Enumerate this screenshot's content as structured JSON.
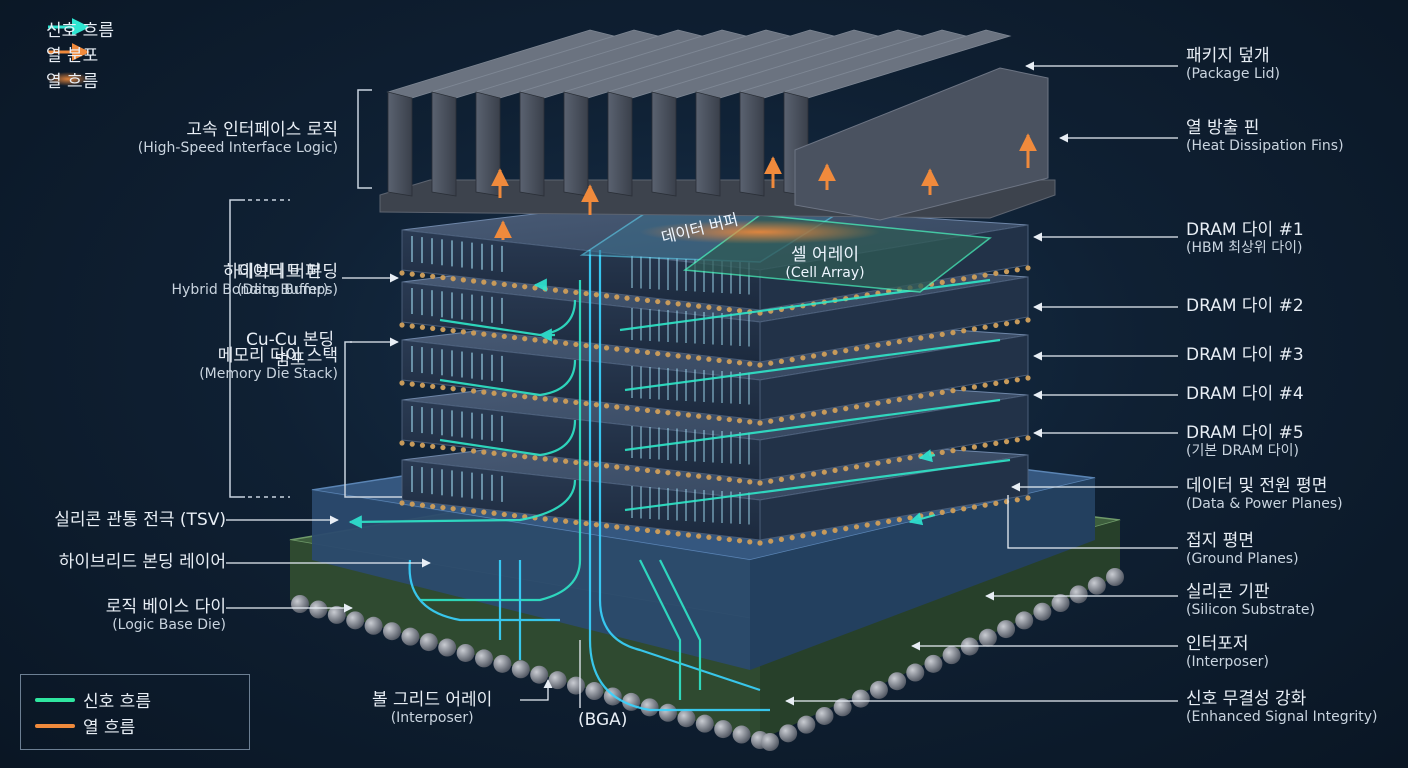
{
  "legend_top": [
    {
      "label": "신호 흐름",
      "color": "#2fe6d2"
    },
    {
      "label": "열 분포",
      "color": "#f08a3c"
    },
    {
      "label": "열 흐름",
      "color": "#f08a3c"
    }
  ],
  "legend_box": [
    {
      "label": "신호 흐름",
      "color": "#2fe6a0"
    },
    {
      "label": "열 흐름",
      "color": "#f08a3c"
    }
  ],
  "labels_right": [
    {
      "ko": "패키지 덮개",
      "en": "(Package Lid)"
    },
    {
      "ko": "열 방출 핀",
      "en": "(Heat Dissipation Fins)"
    },
    {
      "ko": "DRAM 다이 #1",
      "en": "(HBM 최상위 다이)"
    },
    {
      "ko": "DRAM 다이 #2",
      "en": ""
    },
    {
      "ko": "DRAM 다이 #3",
      "en": ""
    },
    {
      "ko": "DRAM 다이 #4",
      "en": ""
    },
    {
      "ko": "DRAM 다이 #5",
      "en": "(기본 DRAM 다이)"
    },
    {
      "ko": "데이터 및 전원 평면",
      "en": "(Data & Power Planes)"
    },
    {
      "ko": "접지 평면",
      "en": "(Ground Planes)"
    },
    {
      "ko": "실리콘 기판",
      "en": "(Silicon Substrate)"
    },
    {
      "ko": "인터포저",
      "en": "(Interposer)"
    },
    {
      "ko": "신호 무결성 강화",
      "en": "(Enhanced Signal Integrity)"
    }
  ],
  "labels_left": [
    {
      "ko": "고속 인터페이스 로직",
      "en": "(High-Speed Interface Logic)"
    },
    {
      "ko": "하이브리드 본딩",
      "en": "Hybrid Bonding Bumps)"
    },
    {
      "ko": "메모리 다이 스택",
      "en": "(Memory Die Stack)"
    },
    {
      "ko": "실리콘 관통 전극 (TSV)",
      "en": ""
    },
    {
      "ko": "하이브리드 본딩 레이어",
      "en": ""
    },
    {
      "ko": "로직 베이스 다이",
      "en": "(Logic Base Die)"
    }
  ],
  "labels_inner": {
    "data_buffer_ko": "데이터 버퍼",
    "data_buffer_en": "(Data Buffer)",
    "cucu_line1": "Cu-Cu 본딩",
    "cucu_line2": "범프",
    "bga_ko": "볼 그리드 어레이",
    "bga_en": "(Interposer)",
    "bga_tag": "(BGA)"
  },
  "labels_on_chip": {
    "buffer": "데이터 버퍼",
    "cell_ko": "셀 어레이",
    "cell_en": "(Cell Array)"
  },
  "colors": {
    "background": "#0d1b2a",
    "signal": "#2fe6c8",
    "signal_alt": "#39d4ff",
    "heat": "#f08a3c",
    "die": "#3a4a60",
    "interposer": "#2f4f7a",
    "substrate": "#3d5e3d",
    "fins": "#4a5260"
  }
}
